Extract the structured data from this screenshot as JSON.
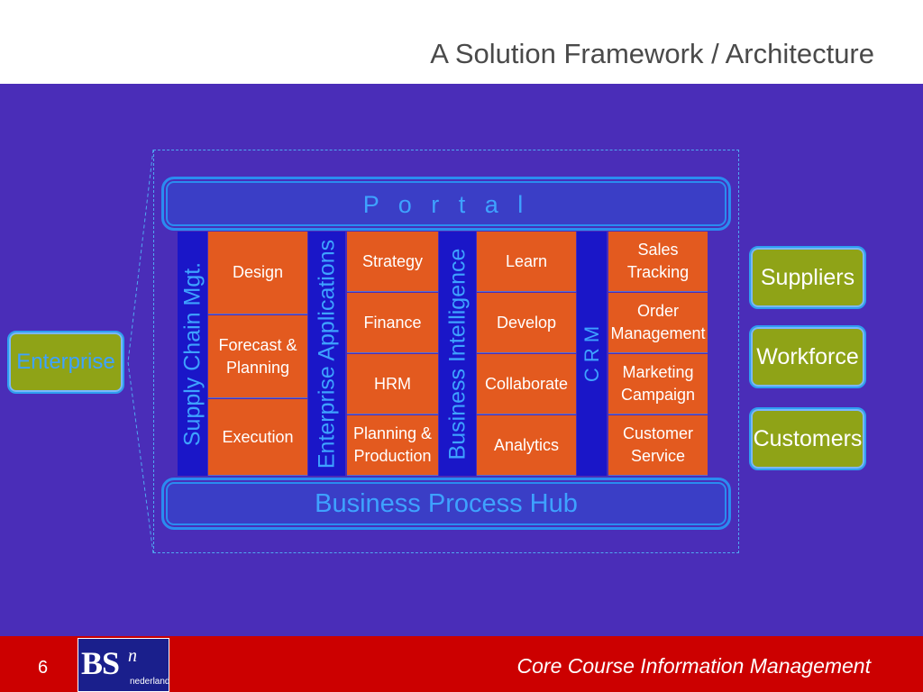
{
  "slide": {
    "title": "A Solution Framework / Architecture",
    "page_number": "6",
    "footer_text": "Core Course Information Management",
    "logo": {
      "main": "BS",
      "superscript": "n",
      "subtitle": "nederland"
    }
  },
  "diagram": {
    "portal": "P o r t a l",
    "hub": "Business Process Hub",
    "enterprise": "Enterprise",
    "columns": [
      {
        "label": "Supply Chain Mgt.",
        "cells": [
          "Design",
          "Forecast &\nPlanning",
          "Execution"
        ]
      },
      {
        "label": "Enterprise Applications",
        "cells": [
          "Strategy",
          "Finance",
          "HRM",
          "Planning &\nProduction"
        ]
      },
      {
        "label": "Business Intelligence",
        "cells": [
          "Learn",
          "Develop",
          "Collaborate",
          "Analytics"
        ]
      },
      {
        "label": "C R M",
        "cells": [
          "Sales\nTracking",
          "Order\nManagement",
          "Marketing\nCampaign",
          "Customer\nService"
        ]
      }
    ],
    "stakeholders": [
      "Suppliers",
      "Workforce",
      "Customers"
    ]
  },
  "colors": {
    "main_background": "#4a2db8",
    "footer_background": "#cc0000",
    "cell_orange": "#e35a1f",
    "column_blue": "#1a16c8",
    "accent_blue": "#3ea2ff",
    "stakeholder_green": "#8fa317"
  }
}
